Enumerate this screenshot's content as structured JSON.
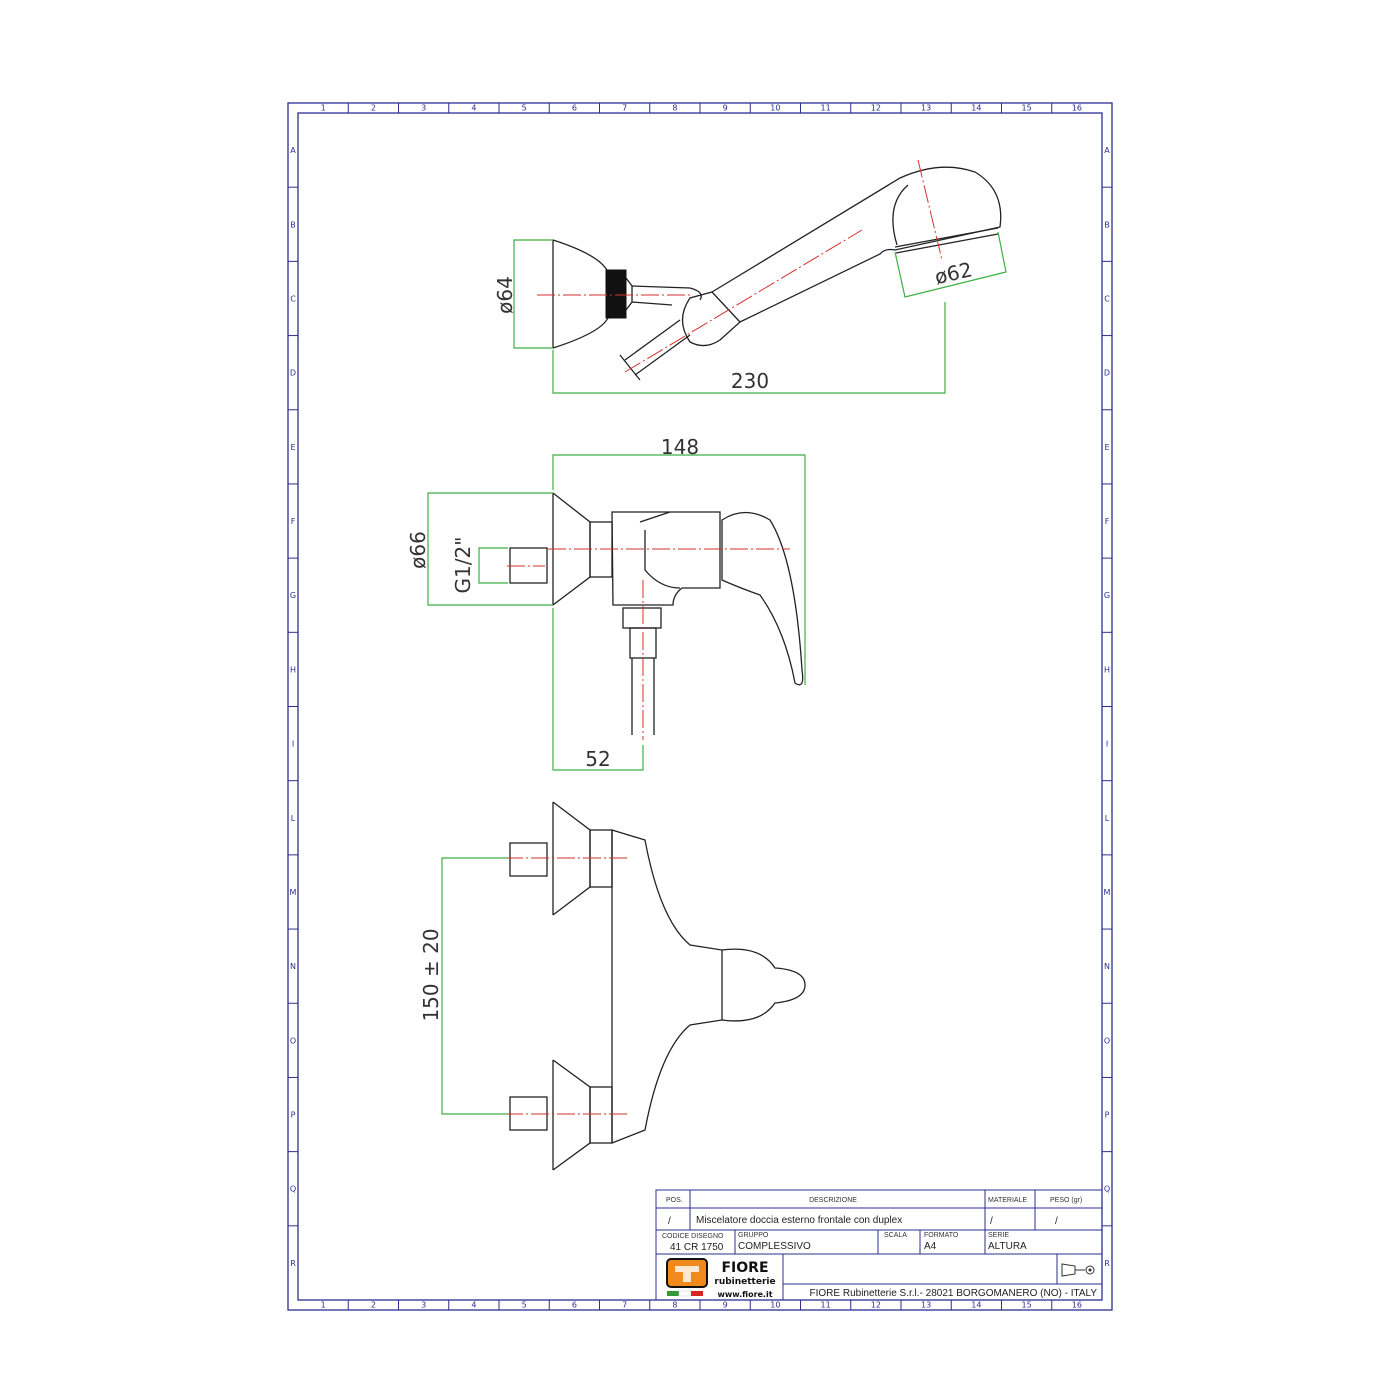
{
  "frame": {
    "columns": [
      "1",
      "2",
      "3",
      "4",
      "5",
      "6",
      "7",
      "8",
      "9",
      "10",
      "11",
      "12",
      "13",
      "14",
      "15",
      "16"
    ],
    "rows": [
      "A",
      "B",
      "C",
      "D",
      "E",
      "F",
      "G",
      "H",
      "I",
      "L",
      "M",
      "N",
      "O",
      "P",
      "Q",
      "R"
    ]
  },
  "dimensions": {
    "hand_shower_view": {
      "bracket_diameter": "ø64",
      "head_diameter": "ø62",
      "length": "230"
    },
    "side_view": {
      "width": "148",
      "flange_diameter": "ø66",
      "thread": "G1/2\"",
      "outlet_offset": "52"
    },
    "front_view": {
      "centers": "150 ± 20"
    }
  },
  "title_block": {
    "headers": {
      "pos": "POS.",
      "description": "DESCRIZIONE",
      "material": "MATERIALE",
      "weight": "PESO (gr)"
    },
    "row": {
      "pos": "/",
      "description": "Miscelatore doccia esterno frontale con duplex",
      "material": "/",
      "weight": "/"
    },
    "fields": {
      "code_label": "CODICE DISEGNO",
      "code": "41 CR 1750",
      "group_label": "GRUPPO",
      "group": "COMPLESSIVO",
      "scale_label": "SCALA",
      "scale": "",
      "format_label": "FORMATO",
      "format": "A4",
      "series_label": "SERIE",
      "series": "ALTURA"
    },
    "logo": {
      "brand": "FIORE",
      "sub": "rubinetterie",
      "url": "www.fiore.it"
    },
    "company": "FIORE Rubinetterie S.r.l.- 28021 BORGOMANERO (NO) - ITALY"
  },
  "colors": {
    "frame": "#2b2f8f",
    "dimension": "#3cb043",
    "centerline": "#d4322c",
    "logo_orange": "#f08a1c"
  }
}
